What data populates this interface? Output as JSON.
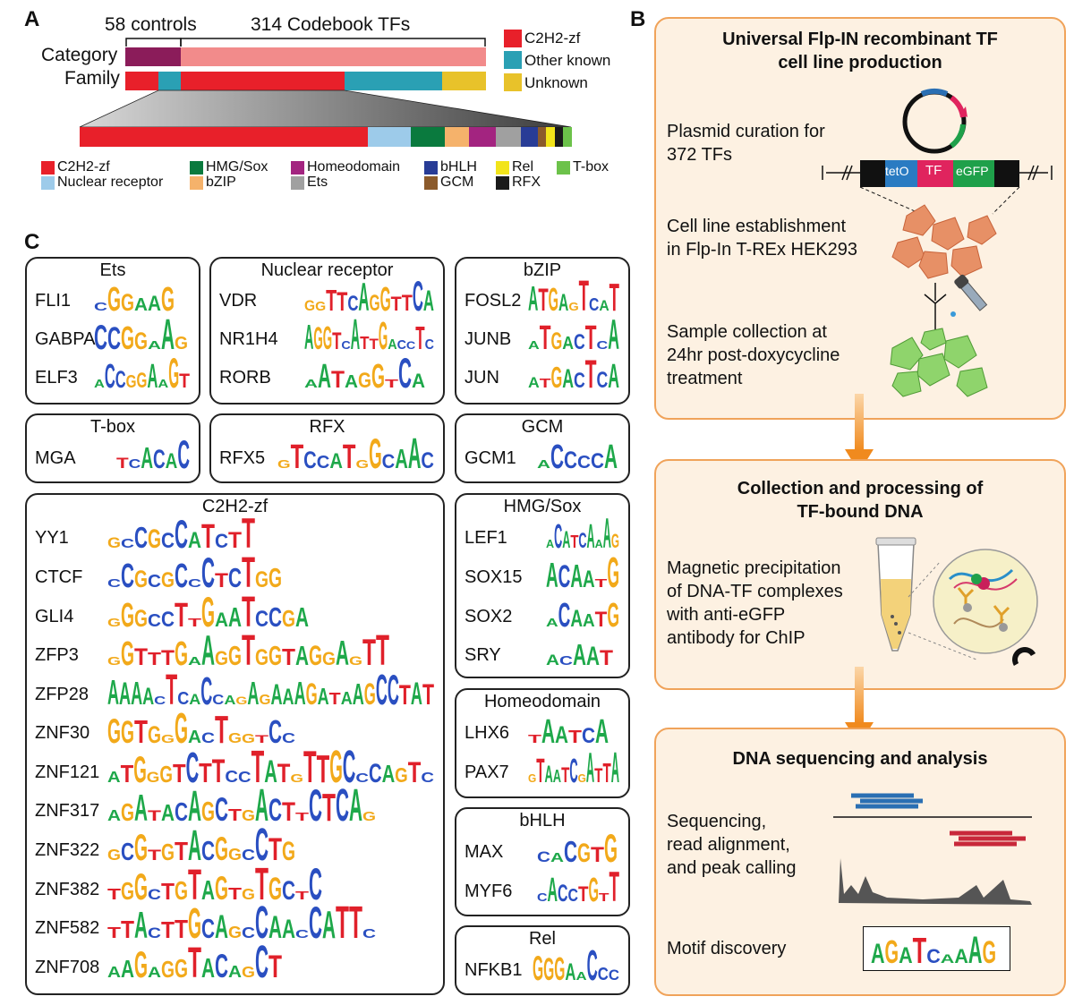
{
  "panels": {
    "a": "A",
    "b": "B",
    "c": "C"
  },
  "panel_a": {
    "controls_label": "58 controls",
    "codebook_label": "314 Codebook TFs",
    "row_category": "Category",
    "row_family": "Family",
    "legend_top": [
      {
        "label": "C2H2-zf",
        "color": "#e8202a"
      },
      {
        "label": "Other known",
        "color": "#2aa0b4"
      },
      {
        "label": "Unknown",
        "color": "#e8c22a"
      }
    ],
    "family_legend": [
      {
        "label": "C2H2-zf",
        "color": "#e8202a"
      },
      {
        "label": "Nuclear receptor",
        "color": "#9dcbea"
      },
      {
        "label": "HMG/Sox",
        "color": "#0a7a3e"
      },
      {
        "label": "bZIP",
        "color": "#f5b26b"
      },
      {
        "label": "Homeodomain",
        "color": "#a32480"
      },
      {
        "label": "Ets",
        "color": "#a0a0a0"
      },
      {
        "label": "bHLH",
        "color": "#283c96"
      },
      {
        "label": "GCM",
        "color": "#8b5a2b"
      },
      {
        "label": "Rel",
        "color": "#f2e41a"
      },
      {
        "label": "RFX",
        "color": "#1a1a1a"
      },
      {
        "label": "T-box",
        "color": "#6cc24a"
      }
    ],
    "colors": {
      "controls": "#8b1c5a",
      "codebook": "#f28b8b"
    }
  },
  "panel_b": {
    "box1_title": "Universal Flp-IN recombinant TF cell line production",
    "box1_title_l1": "Universal Flp-IN recombinant TF",
    "box1_title_l2": "cell line production",
    "plasmid_l1": "Plasmid curation for",
    "plasmid_l2": "372 TFs",
    "construct": {
      "teto": "tetO",
      "tf": "TF",
      "egfp": "eGFP"
    },
    "cellline_l1": "Cell line establishment",
    "cellline_l2": "in Flp-In T-REx HEK293",
    "sample_l1": "Sample collection at",
    "sample_l2": "24hr post-doxycycline",
    "sample_l3": "treatment",
    "box2_title_l1": "Collection and processing of",
    "box2_title_l2": "TF-bound DNA",
    "chip_l1": "Magnetic precipitation",
    "chip_l2": "of DNA-TF complexes",
    "chip_l3": "with anti-eGFP",
    "chip_l4": "antibody for ChIP",
    "box3_title": "DNA sequencing and analysis",
    "seq_l1": "Sequencing,",
    "seq_l2": "read alignment,",
    "seq_l3": "and peak calling",
    "motif": "Motif discovery"
  },
  "panel_c": {
    "families": [
      {
        "title": "Ets",
        "tfs": [
          "FLI1",
          "GABPA",
          "ELF3"
        ]
      },
      {
        "title": "Nuclear receptor",
        "tfs": [
          "VDR",
          "NR1H4",
          "RORB"
        ]
      },
      {
        "title": "bZIP",
        "tfs": [
          "FOSL2",
          "JUNB",
          "JUN"
        ]
      },
      {
        "title": "T-box",
        "tfs": [
          "MGA"
        ]
      },
      {
        "title": "RFX",
        "tfs": [
          "RFX5"
        ]
      },
      {
        "title": "GCM",
        "tfs": [
          "GCM1"
        ]
      },
      {
        "title": "C2H2-zf",
        "tfs": [
          "YY1",
          "CTCF",
          "GLI4",
          "ZFP3",
          "ZFP28",
          "ZNF30",
          "ZNF121",
          "ZNF317",
          "ZNF322",
          "ZNF382",
          "ZNF582",
          "ZNF708"
        ]
      },
      {
        "title": "HMG/Sox",
        "tfs": [
          "LEF1",
          "SOX15",
          "SOX2",
          "SRY"
        ]
      },
      {
        "title": "Homeodomain",
        "tfs": [
          "LHX6",
          "PAX7"
        ]
      },
      {
        "title": "bHLH",
        "tfs": [
          "MAX",
          "MYF6"
        ]
      },
      {
        "title": "Rel",
        "tfs": [
          "NFKB1"
        ]
      }
    ],
    "logos": {
      "FLI1": "CGGAAG",
      "GABPA": "CCGGAAG",
      "ELF3": "ACCGGAAGT",
      "VDR": "GGTTCAGGTTCA",
      "NR1H4": "AGGTCATTGACCTC",
      "RORB": "AATAGGTCA",
      "FOSL2": "ATGAGTCAT",
      "JUNB": "ATGACTCA",
      "JUN": "ATGACTCA",
      "MGA": "TCACAC",
      "RFX5": "GTCCATGGCAAC",
      "GCM1": "ACCCCA",
      "YY1": "GCCGCCATCTT",
      "CTCF": "CCGCGCCCTCTGG",
      "GLI4": "GGGCCTTGAATCCGA",
      "ZFP3": "GGTTTGAAGGTGGTAGGAGTT",
      "ZFP28": "AAAACTCACCAGAGAAAGATAAGCCTAT",
      "ZNF30": "GGTGGGACTGGTCC",
      "ZNF121": "ATGGGTCTTCCTATGTTGCCCAGTC",
      "ZNF317": "AGATACAGCTGACTTCTCAG",
      "ZNF322": "GCGTGTACGGCCTG",
      "ZNF382": "TGGCTGTAGTGTGCTC",
      "ZNF582": "TTACTTGCAGCCAACCATTC",
      "ZNF708": "AAGAGGTACAGCT",
      "LEF1": "ACATCAAAG",
      "SOX15": "ACAATG",
      "SOX2": "ACAATG",
      "SRY": "ACAAT",
      "LHX6": "TAATCA",
      "PAX7": "GTAATCGATTA",
      "MAX": "CACGTG",
      "MYF6": "CACCTGTT",
      "NFKB1": "GGGAACCC"
    }
  }
}
